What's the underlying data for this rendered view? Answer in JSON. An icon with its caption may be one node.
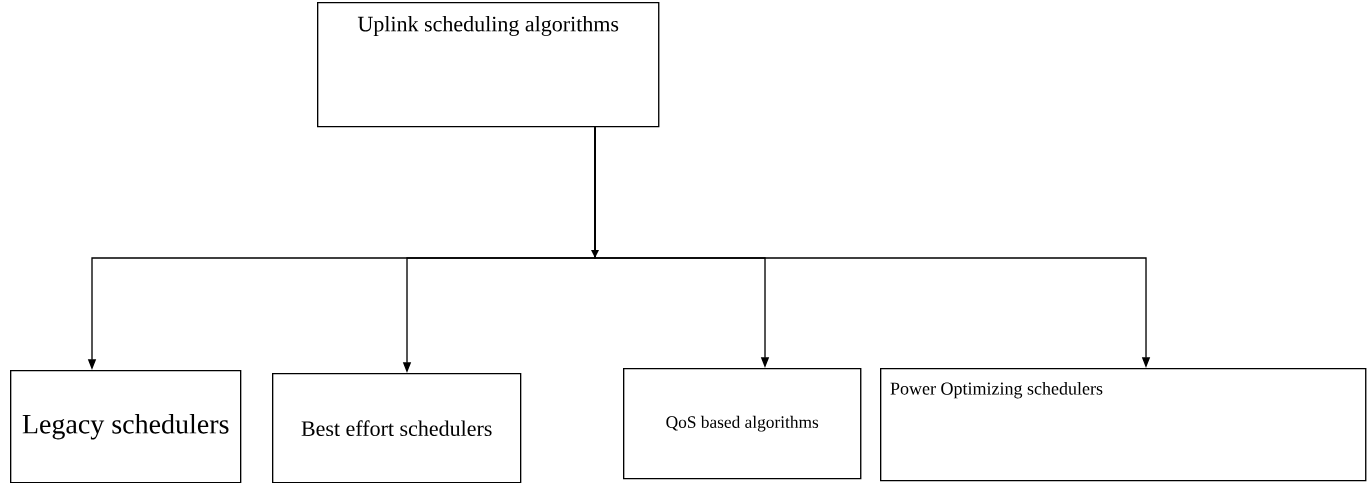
{
  "diagram": {
    "nodes": [
      {
        "text": [
          "Uplink scheduling algorithms"
        ]
      },
      {
        "text": [
          "Legacy schedulers"
        ]
      },
      {
        "text": [
          "Best effort schedulers"
        ]
      },
      {
        "text": [
          "QoS based algorithms"
        ]
      },
      {
        "text": [
          "Power Optimizing schedulers"
        ]
      }
    ],
    "edges": [
      {
        "from": 0,
        "to": 1,
        "arrow": "to"
      },
      {
        "from": 0,
        "to": 2,
        "arrow": "to"
      },
      {
        "from": 0,
        "to": 3,
        "arrow": "to"
      },
      {
        "from": 0,
        "to": 4,
        "arrow": "to"
      }
    ]
  }
}
